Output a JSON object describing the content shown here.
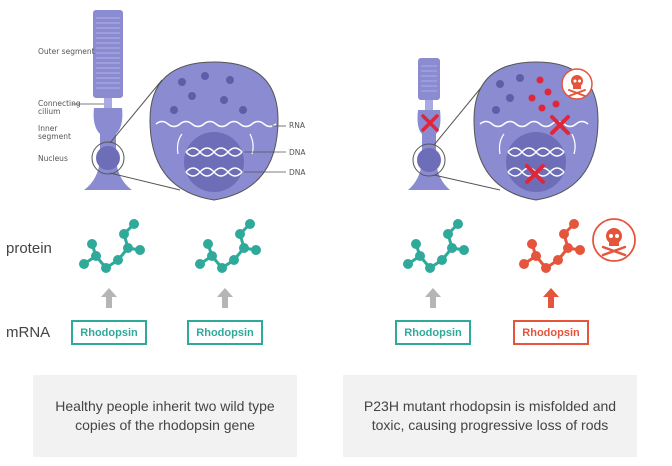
{
  "labels": {
    "outer_segment": "Outer segment",
    "connecting_cilium": "Connecting cilium",
    "inner_segment": "Inner segment",
    "nucleus": "Nucleus",
    "rna": "RNA",
    "dna_1": "DNA",
    "dna_2": "DNA"
  },
  "rows": {
    "protein": "protein",
    "mrna": "mRNA"
  },
  "mrna_boxes": [
    "Rhodopsin",
    "Rhodopsin",
    "Rhodopsin",
    "Rhodopsin"
  ],
  "captions": {
    "healthy": "Healthy people inherit two wild type copies of the rhodopsin gene",
    "mutant": "P23H mutant rhodopsin is misfolded and toxic, causing progressive loss of rods"
  },
  "colors": {
    "cell_purple": "#8b8bd1",
    "healthy_teal": "#2fa99a",
    "mutant_red": "#e4553c",
    "arrow_gray": "#b5b5b5",
    "caption_bg": "#f2f2f2"
  },
  "icons": [
    "skull-icon",
    "cross-mark-icon",
    "arrow-up-icon",
    "protein-molecule-icon"
  ]
}
